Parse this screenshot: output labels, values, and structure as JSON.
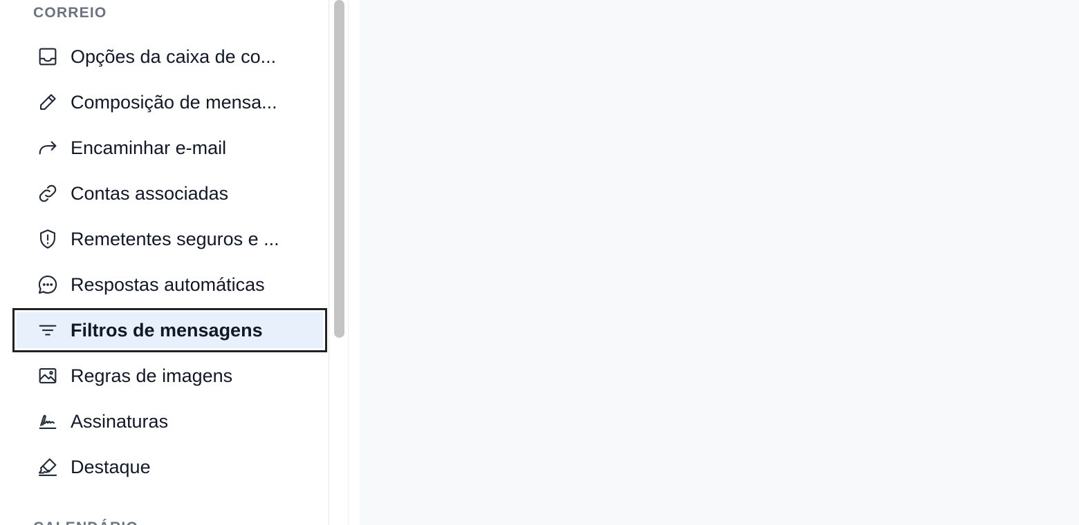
{
  "sidebar": {
    "section_title": "CORREIO",
    "next_section_title": "CALENDÁRIO",
    "items": [
      {
        "label": "Opções da caixa de co...",
        "icon": "inbox-icon"
      },
      {
        "label": "Composição de mensa...",
        "icon": "pencil-icon"
      },
      {
        "label": "Encaminhar e-mail",
        "icon": "forward-arrow-icon"
      },
      {
        "label": "Contas associadas",
        "icon": "link-icon"
      },
      {
        "label": "Remetentes seguros e ...",
        "icon": "shield-alert-icon"
      },
      {
        "label": "Respostas automáticas",
        "icon": "chat-bubble-icon"
      },
      {
        "label": "Filtros de mensagens",
        "icon": "filter-icon",
        "active": true
      },
      {
        "label": "Regras de imagens",
        "icon": "image-icon"
      },
      {
        "label": "Assinaturas",
        "icon": "signature-icon"
      },
      {
        "label": "Destaque",
        "icon": "highlighter-icon"
      }
    ]
  },
  "colors": {
    "active_bg": "#e8f0fb",
    "active_border": "#1f2125",
    "section_label": "#6b7280",
    "content_bg": "#f8f9fb"
  }
}
